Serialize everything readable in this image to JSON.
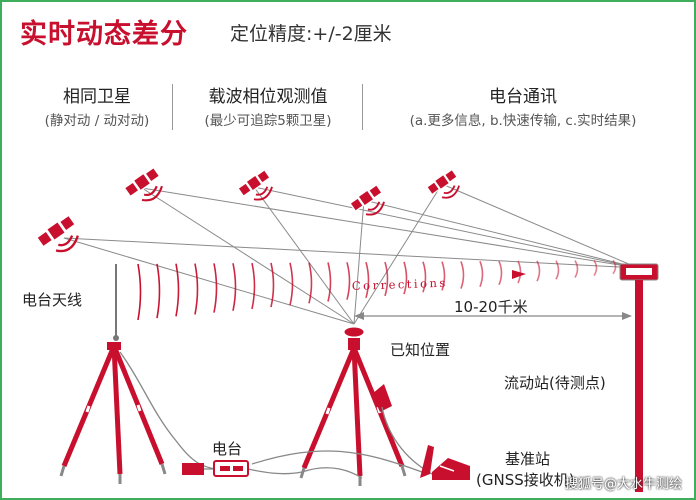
{
  "header": {
    "title": "实时动态差分",
    "subtitle": "定位精度:+/-2厘米"
  },
  "columns": [
    {
      "title": "相同卫星",
      "note": "(静对动 / 动对动)"
    },
    {
      "title": "载波相位观测值",
      "note": "(最少可追踪5颗卫星)"
    },
    {
      "title": "电台通讯",
      "note": "(a.更多信息, b.快速传输, c.实时结果)"
    }
  ],
  "labels": {
    "radio_antenna": "电台天线",
    "corrections": "Corrections",
    "distance": "10-20千米",
    "known_position": "已知位置",
    "rover": "流动站(待测点)",
    "radio": "电台",
    "base_station_line1": "基准站",
    "base_station_line2": "(GNSS接收机)"
  },
  "watermark": "搜狐号@大水牛测绘",
  "colors": {
    "accent": "#c8102e",
    "frame": "#3fae5a",
    "line": "#8a8a8a",
    "text": "#222222"
  },
  "icons": [
    "satellite-icon",
    "tripod-icon",
    "radio-icon",
    "gnss-receiver-icon",
    "rover-pole-icon"
  ]
}
